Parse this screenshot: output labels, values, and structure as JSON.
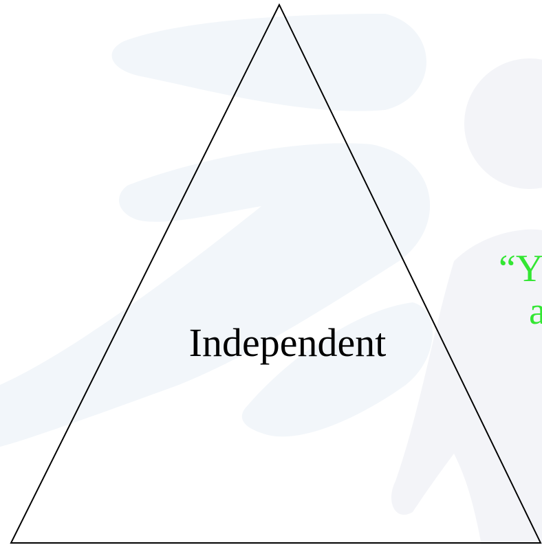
{
  "diagram": {
    "triangle_label": "Independent",
    "quote_lines": [
      "“Y",
      "a"
    ]
  },
  "colors": {
    "background": "#ffffff",
    "watermark": "#f2f6fa",
    "watermark_alt": "#f3f4f8",
    "triangle_stroke": "#000000",
    "label": "#000000",
    "quote": "#33e633"
  }
}
